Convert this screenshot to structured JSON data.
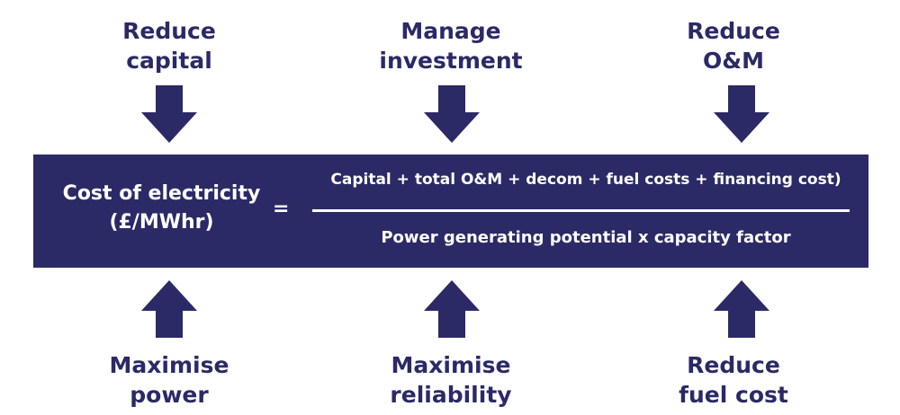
{
  "top_labels": [
    {
      "text": "Reduce\ncapital"
    },
    {
      "text": "Manage\ninvestment"
    },
    {
      "text": "Reduce\nO&M"
    }
  ],
  "bottom_labels": [
    {
      "text": "Maximise\npower"
    },
    {
      "text": "Maximise\nreliability"
    },
    {
      "text": "Reduce\nfuel cost"
    }
  ],
  "equation": {
    "lhs": "Cost of electricity\n(£/MWhr)",
    "equals": "=",
    "numerator": "Capital + total O&M + decom + fuel costs + financing cost)",
    "denominator": "Power generating potential x capacity factor"
  },
  "colors": {
    "primary": "#2b2a66",
    "text_on_primary": "#ffffff"
  },
  "icons": {
    "down": "arrow-down-icon",
    "up": "arrow-up-icon"
  }
}
